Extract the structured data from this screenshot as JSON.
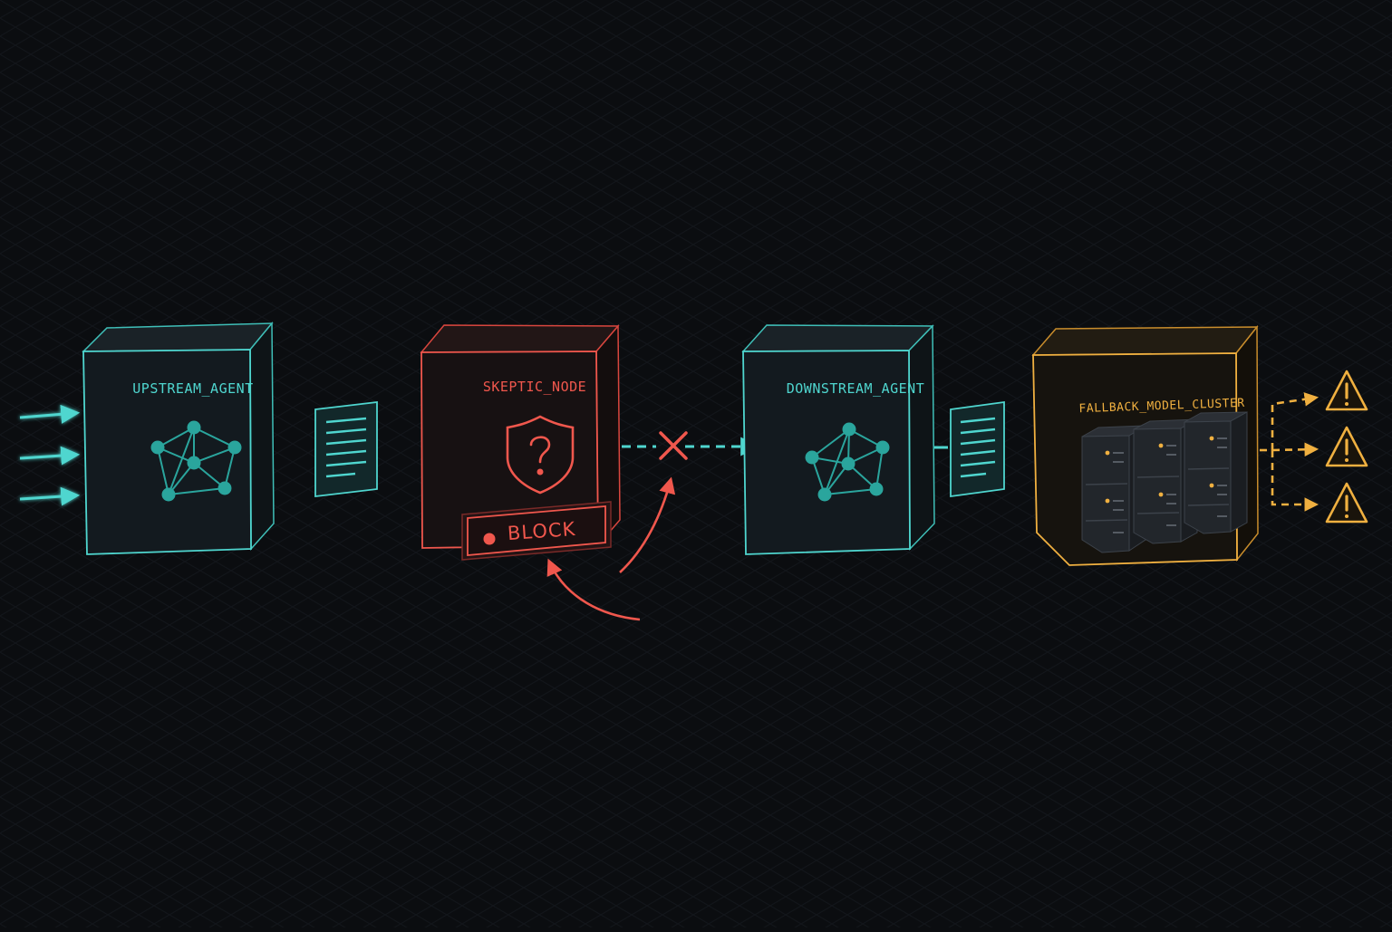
{
  "colors": {
    "background": "#0b0d10",
    "grid": "#1a1e24",
    "teal": "#4fd6cf",
    "teal_dim": "#2aa59d",
    "red": "#f0574d",
    "amber": "#f0b040",
    "box_fill": "#131a1f",
    "box_top": "#1a2227",
    "box_side": "#0e1417"
  },
  "nodes": {
    "upstream": {
      "label": "UPSTREAM_AGENT",
      "icon": "network-graph-icon"
    },
    "skeptic": {
      "label": "SKEPTIC_NODE",
      "icon": "shield-question-icon",
      "status_label": "BLOCK"
    },
    "downstream": {
      "label": "DOWNSTREAM_AGENT",
      "icon": "network-graph-icon"
    },
    "fallback": {
      "label": "FALLBACK_MODEL_CLUSTER",
      "icon": "server-rack-icon"
    }
  },
  "connectors": {
    "blocked_marker": "x-mark-icon",
    "warnings": [
      "warning-icon",
      "warning-icon",
      "warning-icon"
    ]
  }
}
